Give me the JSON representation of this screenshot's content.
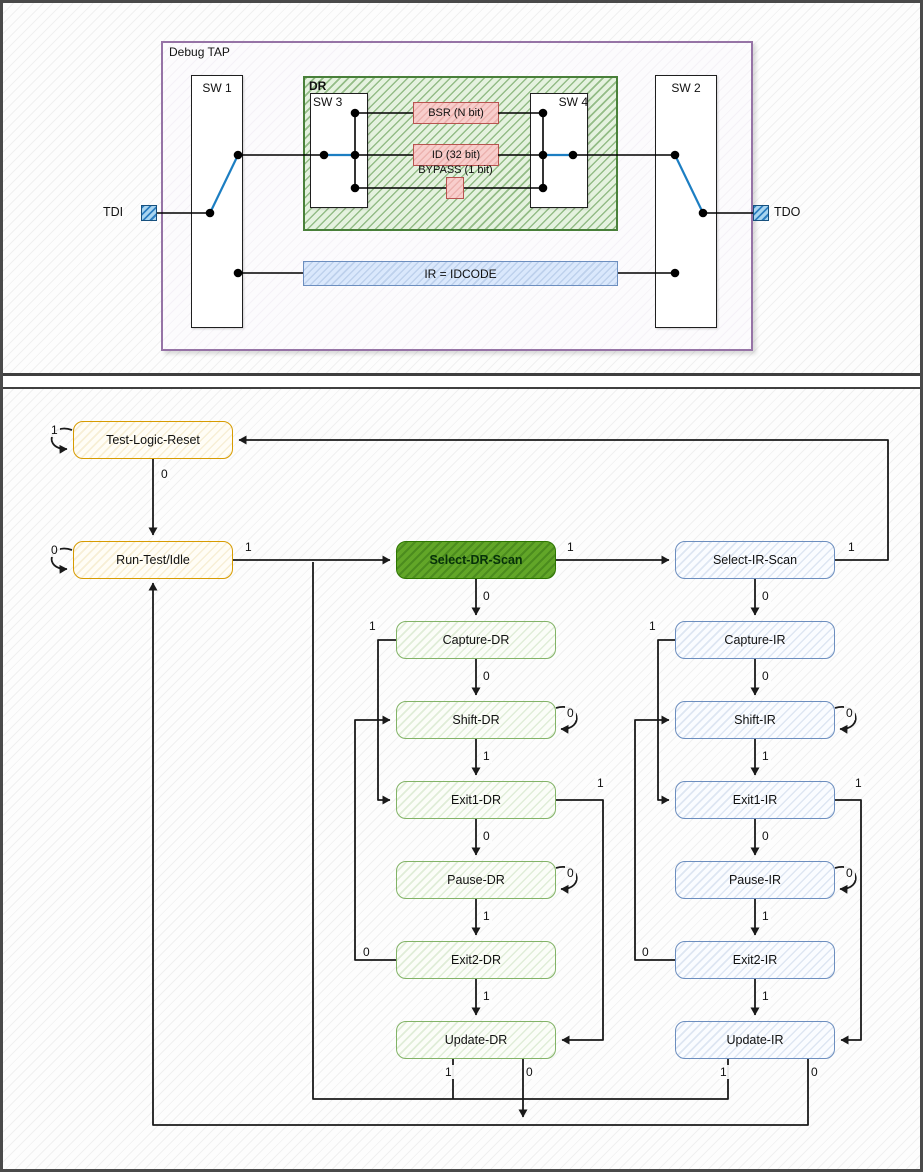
{
  "block": {
    "title": "Debug TAP",
    "dr_label": "DR",
    "sw1": "SW 1",
    "sw2": "SW 2",
    "sw3": "SW 3",
    "sw4": "SW 4",
    "bsr": "BSR (N bit)",
    "id_reg": "ID (32 bit)",
    "bypass": "BYPASS (1 bit)",
    "ir_reg": "IR = IDCODE",
    "tdi": "TDI",
    "tdo": "TDO"
  },
  "fsm": {
    "states": {
      "tlr": "Test-Logic-Reset",
      "rti": "Run-Test/Idle",
      "sdr": "Select-DR-Scan",
      "sir": "Select-IR-Scan",
      "cdr": "Capture-DR",
      "shdr": "Shift-DR",
      "e1dr": "Exit1-DR",
      "pdr": "Pause-DR",
      "e2dr": "Exit2-DR",
      "udr": "Update-DR",
      "cir": "Capture-IR",
      "shir": "Shift-IR",
      "e1ir": "Exit1-IR",
      "pir": "Pause-IR",
      "e2ir": "Exit2-IR",
      "uir": "Update-IR"
    },
    "edges": {
      "tlr_self": "1",
      "tlr_rti": "0",
      "rti_self": "0",
      "rti_sdr": "1",
      "sdr_sir": "1",
      "sir_tlr": "1",
      "sdr_cdr": "0",
      "cdr_shdr": "0",
      "cdr_e1dr": "1",
      "shdr_self": "0",
      "shdr_e1dr": "1",
      "e1dr_pdr": "0",
      "e1dr_udr": "1",
      "pdr_self": "0",
      "pdr_e2dr": "1",
      "e2dr_shdr": "0",
      "e2dr_udr": "1",
      "udr_sdr": "1",
      "udr_rti": "0",
      "sir_cir": "0",
      "cir_shir": "0",
      "cir_e1ir": "1",
      "shir_self": "0",
      "shir_e1ir": "1",
      "e1ir_pir": "0",
      "e1ir_uir": "1",
      "pir_self": "0",
      "pir_e2ir": "1",
      "e2ir_shir": "0",
      "e2ir_uir": "1",
      "uir_sdr": "1",
      "uir_rti": "0"
    }
  },
  "colors": {
    "yellow_border": "#d79b00",
    "green_border": "#82b366",
    "green_solid_fill": "#60a917",
    "blue_border": "#6c8ebf",
    "pink_fill": "#f8cecc",
    "pink_border": "#b85450",
    "blue_fill": "#dae8fc",
    "purple_border": "#9673a6",
    "wire_blue": "#1c7ec2",
    "dr_green": "#4a7d3a"
  }
}
